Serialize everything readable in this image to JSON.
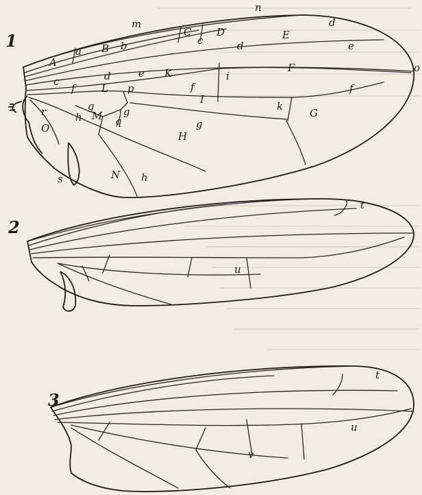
{
  "figures": [
    {
      "number": "1",
      "labels": [
        "n",
        "m",
        "C",
        "D",
        "d",
        "a",
        "B",
        "b",
        "c",
        "E",
        "d",
        "e",
        "A",
        "o",
        "c",
        "d",
        "e",
        "K",
        "i",
        "F",
        "f",
        "L",
        "p",
        "f",
        "I",
        "f",
        "g",
        "M",
        "g",
        "q",
        "k",
        "G",
        "r",
        "h",
        "O",
        "g",
        "H",
        "s",
        "N",
        "h"
      ]
    },
    {
      "number": "2",
      "labels": [
        "t",
        "u"
      ]
    },
    {
      "number": "3",
      "labels": [
        "t",
        "u",
        "v"
      ]
    }
  ]
}
